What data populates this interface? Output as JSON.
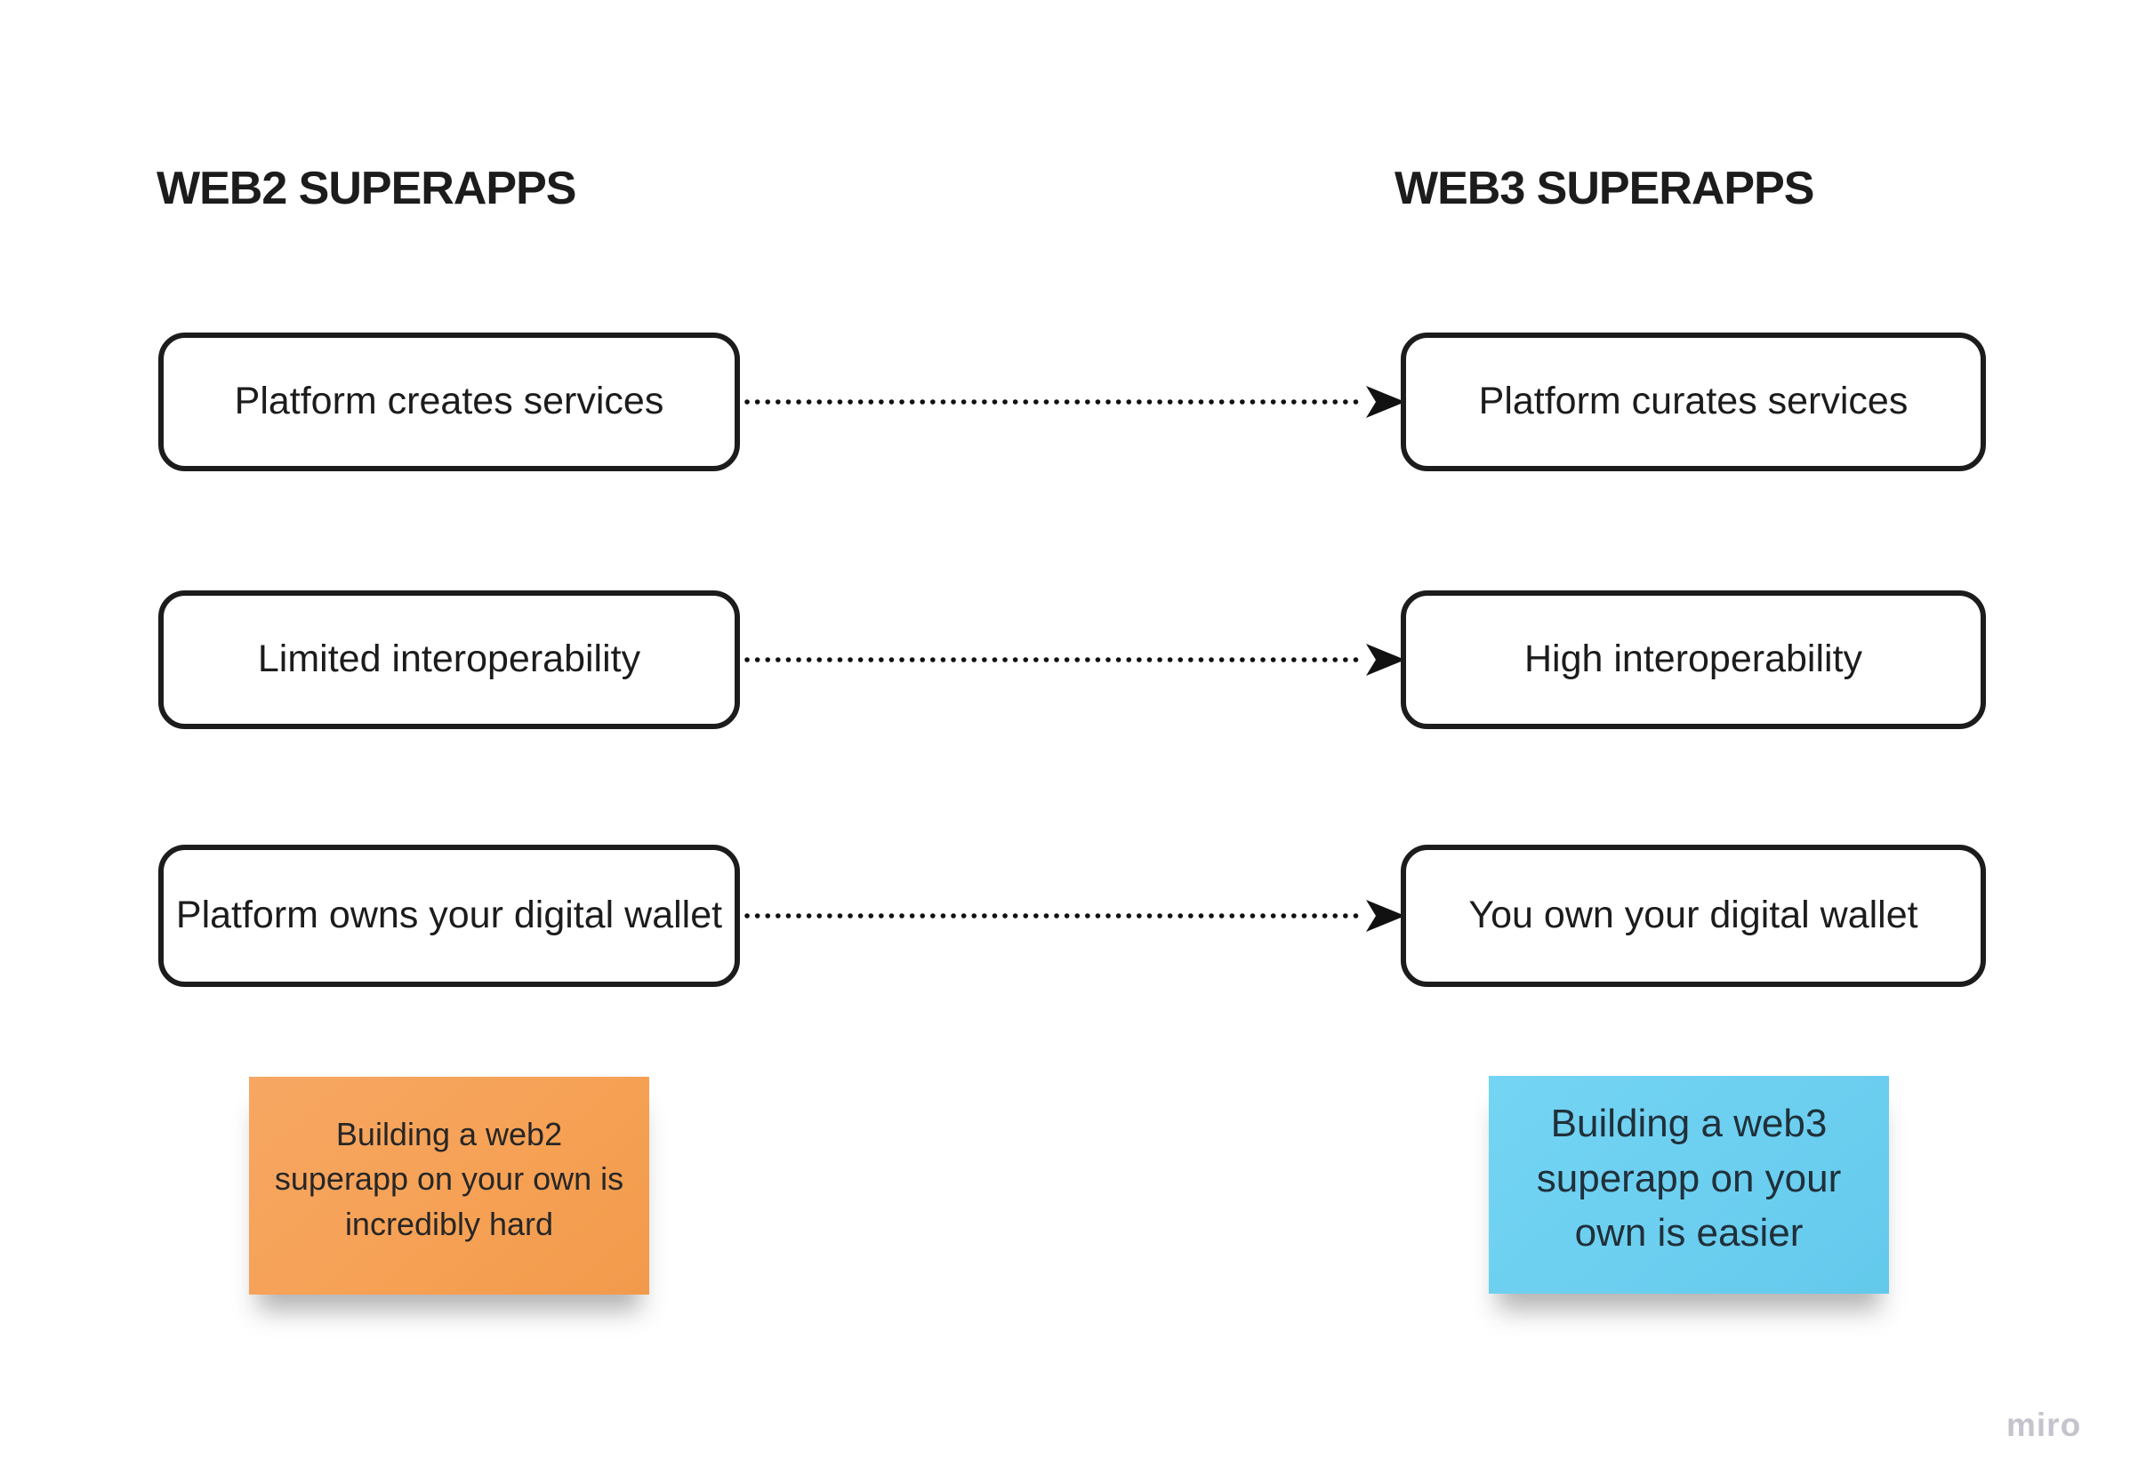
{
  "headers": {
    "web2": "WEB2 SUPERAPPS",
    "web3": "WEB3 SUPERAPPS"
  },
  "comparison_rows": [
    {
      "web2": "Platform creates services",
      "web3": "Platform curates services",
      "connector": "dotted-arrow-right"
    },
    {
      "web2": "Limited interoperability",
      "web3": "High interoperability",
      "connector": "dotted-arrow-right"
    },
    {
      "web2": "Platform owns your digital wallet",
      "web3": "You own your digital wallet",
      "connector": "dotted-arrow-right"
    }
  ],
  "sticky_notes": {
    "web2": {
      "text": "Building a web2 superapp on your own is incredibly hard",
      "color": "#F6A155"
    },
    "web3": {
      "text": "Building a web3 superapp on your own is easier",
      "color": "#6CCFF0"
    }
  },
  "colors": {
    "ink": "#1c1c1c",
    "background": "#ffffff",
    "watermark": "#c4c4cd"
  },
  "watermark": "miro"
}
